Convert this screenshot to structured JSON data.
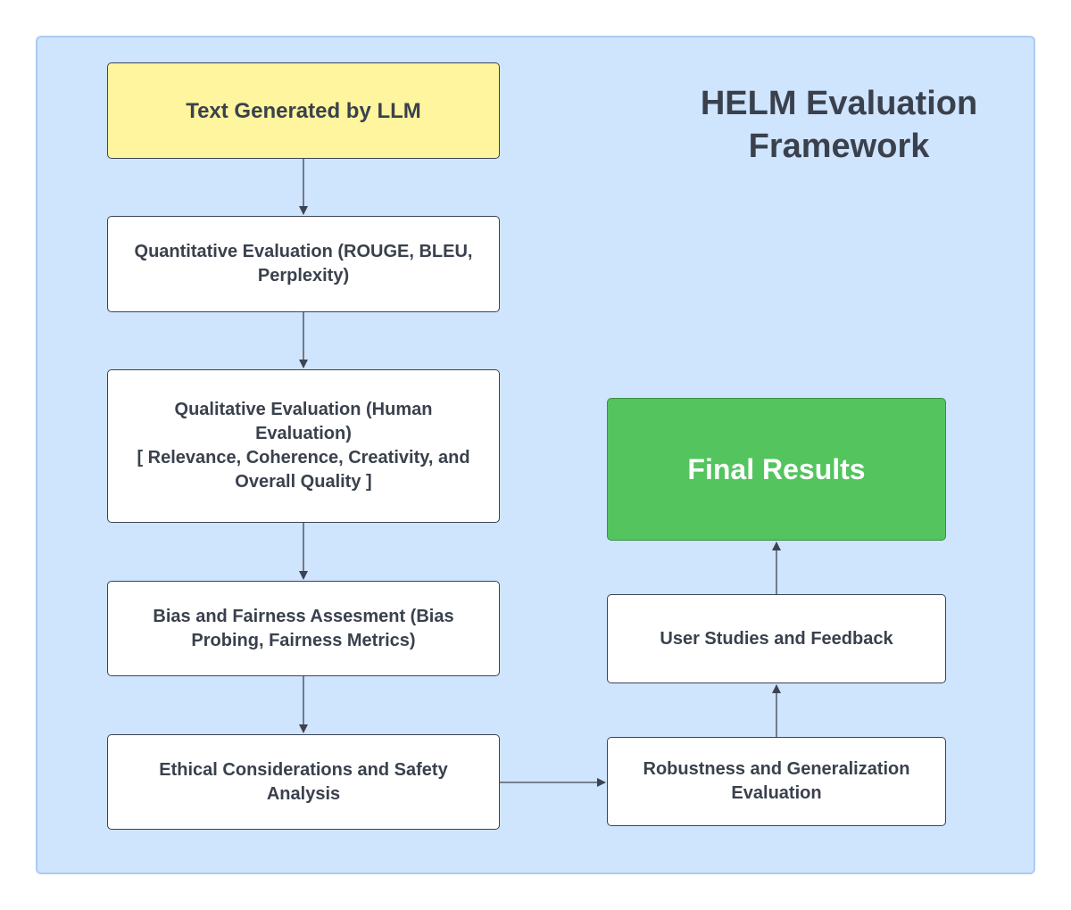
{
  "diagram": {
    "title_line1": "HELM Evaluation",
    "title_line2": "Framework",
    "nodes": {
      "text_generated": "Text Generated by LLM",
      "quantitative": "Quantitative Evaluation (ROUGE, BLEU, Perplexity)",
      "qualitative_line1": "Qualitative Evaluation (Human Evaluation)",
      "qualitative_line2": "[ Relevance, Coherence, Creativity, and Overall Quality ]",
      "bias": "Bias and Fairness Assesment (Bias Probing, Fairness Metrics)",
      "ethical": "Ethical Considerations and Safety Analysis",
      "robustness": "Robustness and Generalization Evaluation",
      "user_studies": "User Studies and Feedback",
      "final_results": "Final Results"
    },
    "colors": {
      "panel_background": "#cfe4fd",
      "start_node": "#fff59e",
      "final_node": "#53c45e",
      "connector": "#3d4350"
    }
  }
}
